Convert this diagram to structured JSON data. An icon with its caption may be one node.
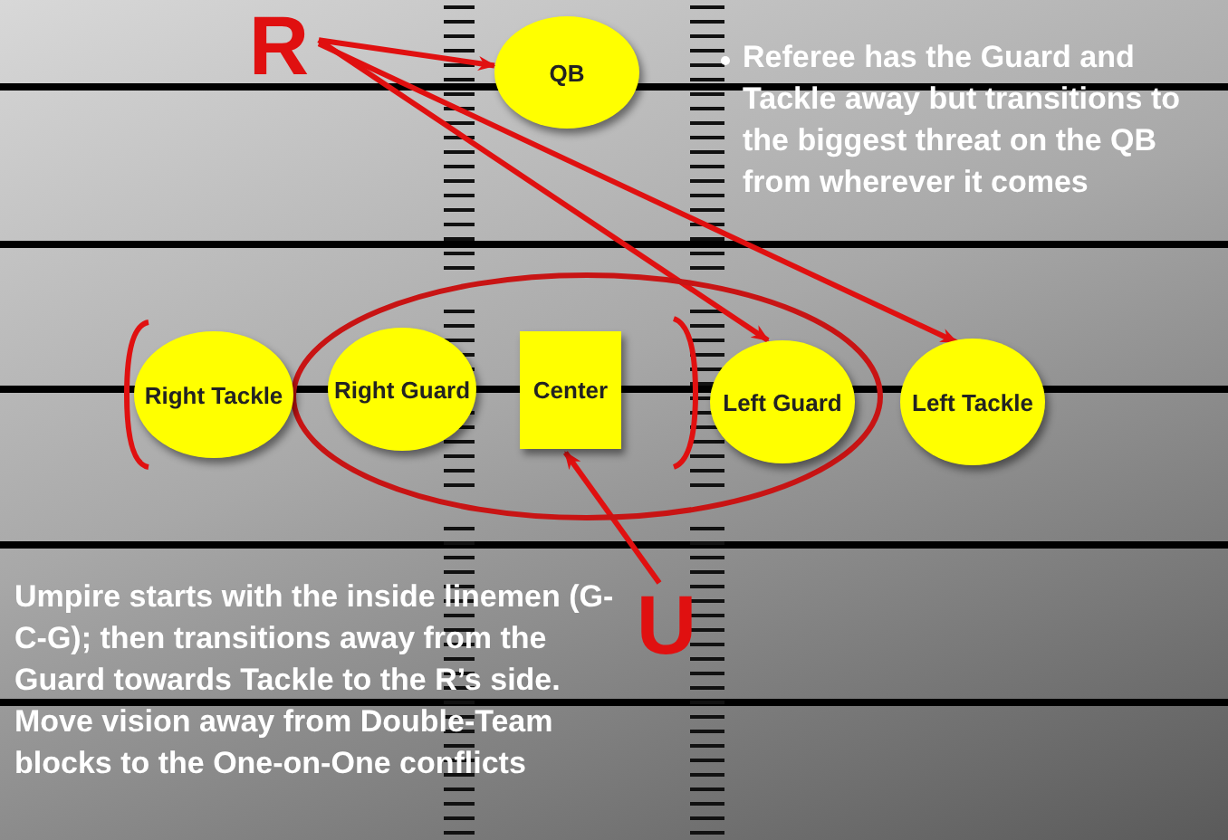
{
  "diagram": {
    "nodes": [
      {
        "text": [
          "R"
        ]
      },
      {
        "text": [
          "QB"
        ]
      },
      {
        "text": [
          "Right Tackle"
        ]
      },
      {
        "text": [],
        "shape": "ellipse"
      },
      {
        "text": [
          "Right Guard"
        ],
        "in": 3
      },
      {
        "text": [
          "Center"
        ],
        "in": 3
      },
      {
        "text": [
          "Left Guard"
        ],
        "in": 3
      },
      {
        "text": [
          "Left Tackle"
        ]
      },
      {
        "text": [
          "U"
        ]
      }
    ],
    "edges": [
      {
        "from": 0,
        "to": 1,
        "arrow": "to"
      },
      {
        "from": 0,
        "to": 6,
        "arrow": "to"
      },
      {
        "from": 0,
        "to": 7,
        "arrow": "to"
      },
      {
        "from": 8,
        "to": 5,
        "arrow": "to"
      }
    ],
    "labels": [
      "Referee has the Guard and Tackle away but transitions to the biggest threat on the QB from wherever it comes",
      "Umpire starts with the inside linemen (G-C-G); then transitions away from the Guard towards Tackle to the R’s side. Move vision away from Double-Team blocks to the One-on-One conflicts"
    ]
  }
}
